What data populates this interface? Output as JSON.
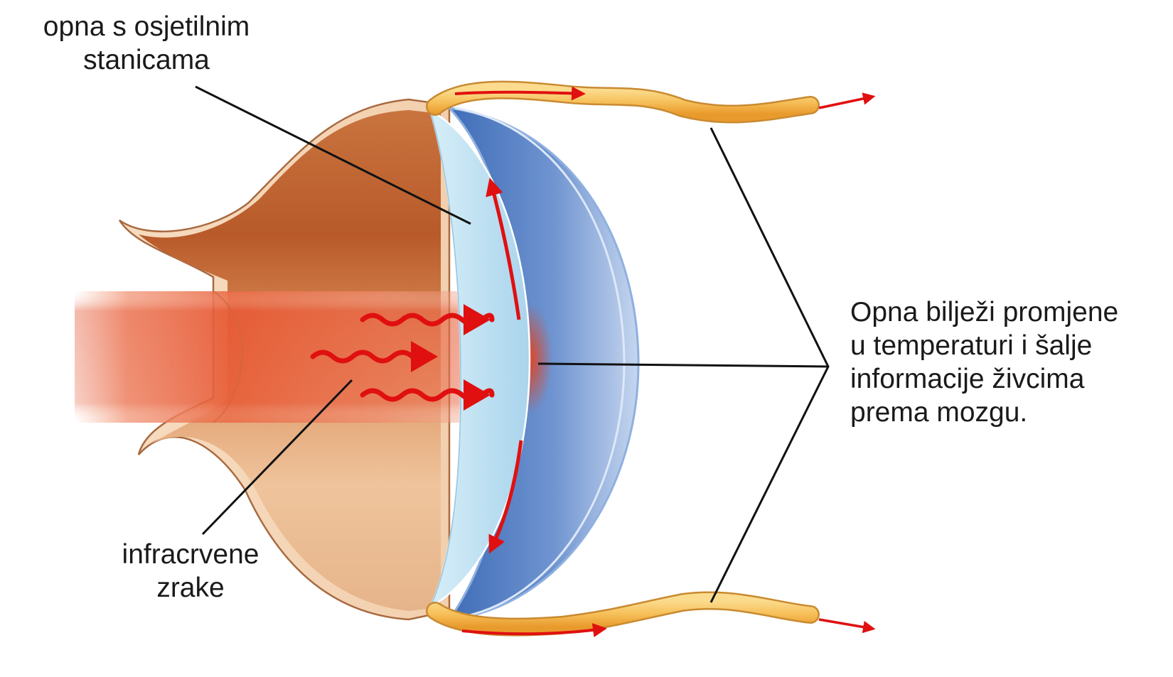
{
  "labels": {
    "membrane": [
      "opna s osjetilnim",
      "stanicama"
    ],
    "infrared": [
      "infracrvene",
      "zrake"
    ],
    "description": [
      "Opna bilježi promjene",
      "u temperaturi i šalje",
      "informacije živcima",
      "prema mozgu."
    ]
  },
  "colors": {
    "cavity_dark": "#b85a2a",
    "cavity_light": "#f0c8a0",
    "membrane_light": "#c6e6f3",
    "chamber_blue": "#5a84c6",
    "nerve": "#f6c05a",
    "arrow_red": "#e01010",
    "leader_line": "#111111"
  }
}
